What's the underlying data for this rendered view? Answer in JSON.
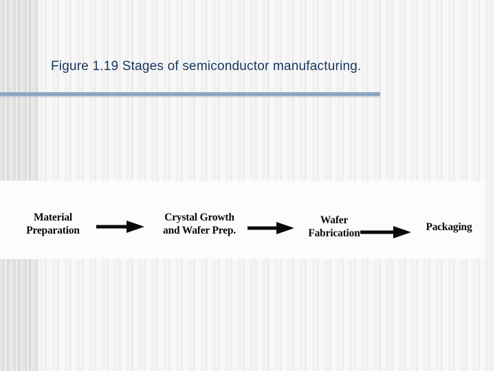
{
  "slide": {
    "title": "Figure 1.19 Stages of semiconductor manufacturing.",
    "accent_color": "#8ba4c0",
    "title_color": "#17365d",
    "background_color": "#f4f4f4"
  },
  "figure": {
    "background_color": "#fcfcfc",
    "ink_color": "#0a0a0a",
    "stages": [
      {
        "id": "material-preparation",
        "label": "Material\nPreparation"
      },
      {
        "id": "crystal-growth-and-wafer-prep",
        "label": "Crystal Growth\nand Wafer Prep."
      },
      {
        "id": "wafer-fabrication",
        "label": "Wafer\nFabrication"
      },
      {
        "id": "packaging",
        "label": "Packaging"
      }
    ],
    "connectors": [
      {
        "id": "arrow-1",
        "from": "material-preparation",
        "to": "crystal-growth-and-wafer-prep",
        "glyph": "right-arrow-icon"
      },
      {
        "id": "arrow-2",
        "from": "crystal-growth-and-wafer-prep",
        "to": "wafer-fabrication",
        "glyph": "right-arrow-icon"
      },
      {
        "id": "arrow-3",
        "from": "wafer-fabrication",
        "to": "packaging",
        "glyph": "right-arrow-icon"
      }
    ]
  }
}
